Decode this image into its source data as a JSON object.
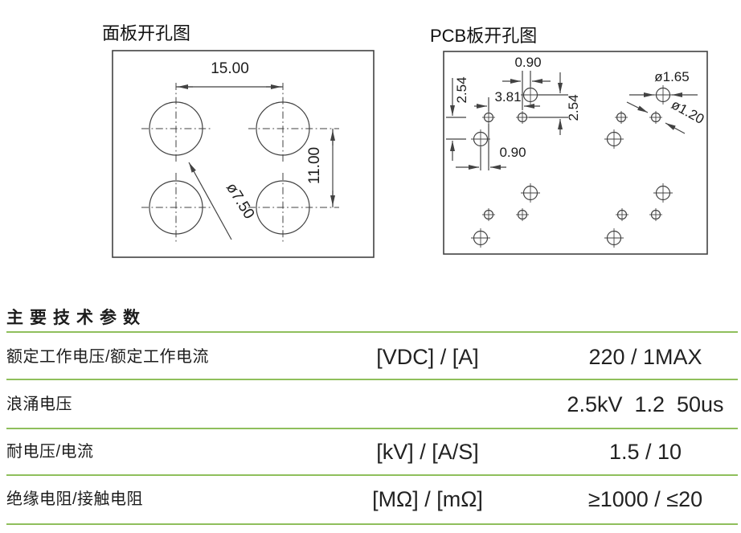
{
  "diagrams": {
    "panel": {
      "title": "面板开孔图",
      "dim_width": "15.00",
      "dim_height": "11.00",
      "dim_hole": "ø7.50"
    },
    "pcb": {
      "title": "PCB板开孔图",
      "dim_pitch_top": "0.90",
      "dim_row_pitch_left": "2.54",
      "dim_pitch_mid": "3.81",
      "dim_row_pitch_right": "2.54",
      "dim_pitch_bottom": "0.90",
      "dim_hole_large": "ø1.65",
      "dim_hole_small": "ø1.20"
    }
  },
  "table": {
    "title": "主要技术参数",
    "rows": [
      {
        "label": "额定工作电压/额定工作电流",
        "unit": "[VDC] / [A]",
        "value": "220 / 1MAX"
      },
      {
        "label": "浪涌电压",
        "unit": "",
        "value": "2.5kV  1.2  50us"
      },
      {
        "label": "耐电压/电流",
        "unit": "[kV] / [A/S]",
        "value": "1.5 / 10"
      },
      {
        "label": "绝缘电阻/接触电阻",
        "unit": "[MΩ] / [mΩ]",
        "value": "≥1000 / ≤20"
      }
    ]
  },
  "colors": {
    "divider_green": "#8fbf5c",
    "drawing_line": "#424242",
    "text": "#1c1c1c"
  }
}
